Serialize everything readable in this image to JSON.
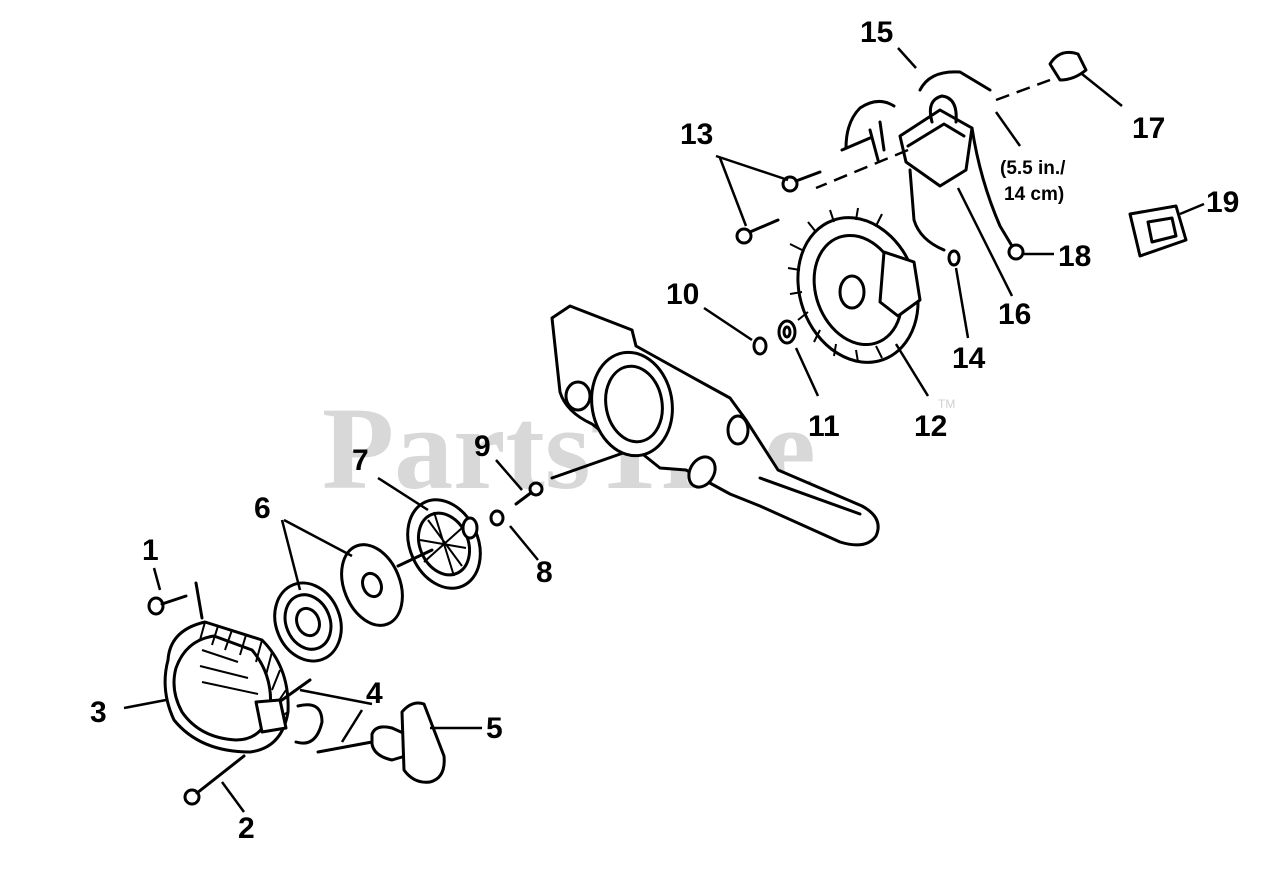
{
  "watermark": {
    "text": "PartsTree",
    "tm": "TM"
  },
  "callouts": {
    "c1": "1",
    "c2": "2",
    "c3": "3",
    "c4": "4",
    "c5": "5",
    "c6": "6",
    "c7": "7",
    "c8": "8",
    "c9": "9",
    "c10": "10",
    "c11": "11",
    "c12": "12",
    "c13": "13",
    "c14": "14",
    "c15": "15",
    "c16": "16",
    "c17": "17",
    "c18": "18",
    "c19": "19"
  },
  "dimension_note": {
    "line1": "(5.5 in./",
    "line2": "14 cm)"
  }
}
